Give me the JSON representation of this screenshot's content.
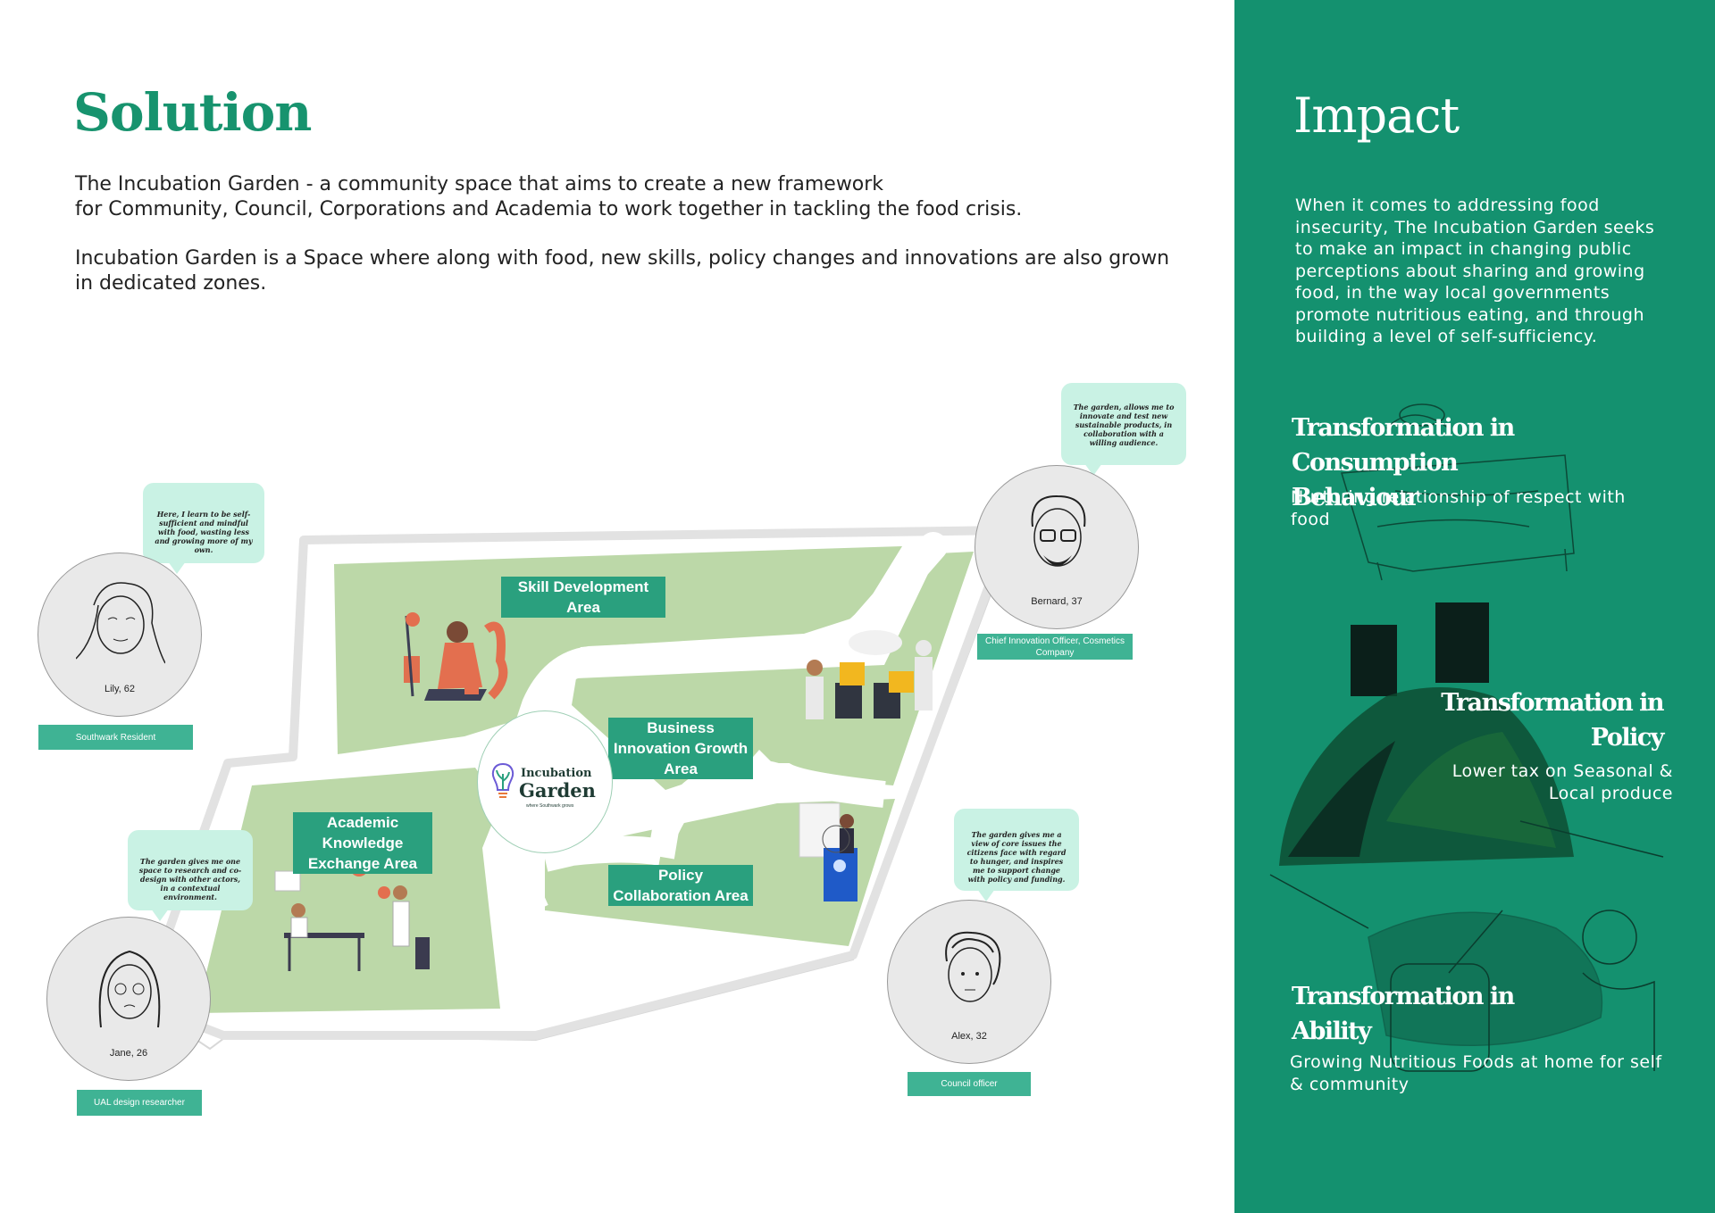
{
  "solution": {
    "title": "Solution",
    "intro_line1": "The Incubation Garden  - a community space that aims to create a new framework",
    "intro_line2": "for Community, Council, Corporations and Academia to work together in tackling the food crisis.",
    "intro_para2": "Incubation Garden is a Space where along with food, new skills, policy changes and innovations are also grown in dedicated zones."
  },
  "map": {
    "areas": {
      "skill": "Skill Development Area",
      "business": "Business Innovation Growth Area",
      "academic": "Academic Knowledge Exchange Area",
      "policy": "Policy Collaboration Area"
    },
    "logo": {
      "line1": "Incubation",
      "line2": "Garden",
      "tagline": "where Southwark grows"
    }
  },
  "personas": [
    {
      "name": "Lily, 62",
      "role": "Southwark Resident",
      "quote": "Here, I learn to be self-sufficient and mindful with food, wasting less and growing more of my own."
    },
    {
      "name": "Bernard, 37",
      "role": "Chief Innovation Officer, Cosmetics Company",
      "quote": "The garden, allows me to innovate and test new sustainable products, in collaboration with a willing audience."
    },
    {
      "name": "Jane, 26",
      "role": "UAL design researcher",
      "quote": "The garden gives me one space to research and co-design with other actors, in a contextual environment."
    },
    {
      "name": "Alex, 32",
      "role": "Council officer",
      "quote": "The garden gives me a view of core issues the citizens face with regard to hunger, and inspires me to support change with policy and funding."
    }
  ],
  "impact": {
    "title": "Impact",
    "body": "When it comes to addressing food insecurity, The Incubation Garden seeks to make an impact in changing public perceptions about sharing and growing food, in the way local governments promote nutritious eating, and through building a level of self-sufficiency.",
    "items": [
      {
        "title": "Transformation in Consumption Behaviour",
        "subtitle": "Nurturing relationship of respect with food"
      },
      {
        "title": "Transformation in Policy",
        "subtitle": "Lower tax on Seasonal & Local produce"
      },
      {
        "title": "Transformation in Ability",
        "subtitle": "Growing Nutritious Foods at home for self & community"
      }
    ]
  },
  "colors": {
    "brand_green": "#17936e",
    "panel_green": "#14916f",
    "zone_green": "#bcd8a8",
    "bubble_mint": "#c9f2e4",
    "label_teal": "#2aa07e"
  }
}
